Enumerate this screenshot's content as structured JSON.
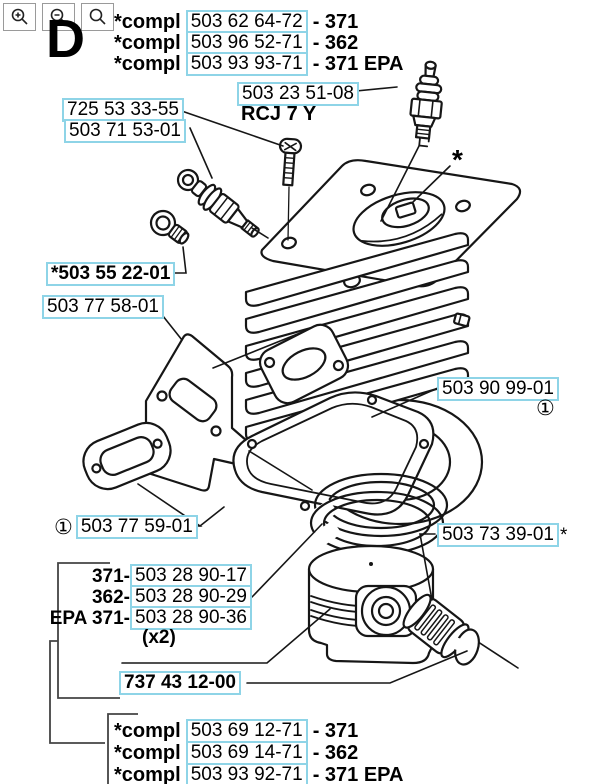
{
  "toolbar": {
    "buttons": [
      {
        "name": "zoom-in"
      },
      {
        "name": "zoom-out"
      },
      {
        "name": "zoom-reset"
      }
    ]
  },
  "section": {
    "letter": "D"
  },
  "assembly_top": [
    {
      "prefix": "*compl",
      "part_number": "503 62 64-72",
      "suffix": "- 371"
    },
    {
      "prefix": "*compl",
      "part_number": "503 96 52-71",
      "suffix": "- 362"
    },
    {
      "prefix": "*compl",
      "part_number": "503 93 93-71",
      "suffix": "- 371 EPA"
    }
  ],
  "assembly_bottom": [
    {
      "prefix": "*compl",
      "part_number": "503 69 12-71",
      "suffix": "- 371"
    },
    {
      "prefix": "*compl",
      "part_number": "503 69 14-71",
      "suffix": "- 362"
    },
    {
      "prefix": "*compl",
      "part_number": "503 93 92-71",
      "suffix": "- 371 EPA"
    }
  ],
  "labels": {
    "spark_plug": {
      "part_number": "503 23 51-08",
      "type_code": "RCJ 7 Y"
    },
    "screw": {
      "part_number": "725 53 33-55"
    },
    "decompression_valve": {
      "part_number": "503 71 53-01"
    },
    "plug": {
      "part_number": "*503 55 22-01"
    },
    "heat_shield": {
      "part_number": "503 77 58-01"
    },
    "cylinder_gasket": {
      "part_number": "503 90 99-01",
      "marker": "①"
    },
    "muffler_gasket": {
      "marker": "①",
      "part_number": "503 77 59-01"
    },
    "piston_variants": [
      {
        "model": "371-",
        "part_number": "503 28 90-17"
      },
      {
        "model": "362-",
        "part_number": "503 28 90-29"
      },
      {
        "model": "EPA 371-",
        "part_number": "503 28 90-36"
      }
    ],
    "piston_qty": "(x2)",
    "needle_bearing": {
      "part_number": "503 73 39-01",
      "suffix": "*"
    },
    "circlip": {
      "part_number": "737 43 12-00"
    },
    "cylinder_marker": "*"
  },
  "colors": {
    "hotspot_border": "#8ed4e7",
    "diagram_line": "#161616",
    "button_border": "#9a9a9a"
  }
}
